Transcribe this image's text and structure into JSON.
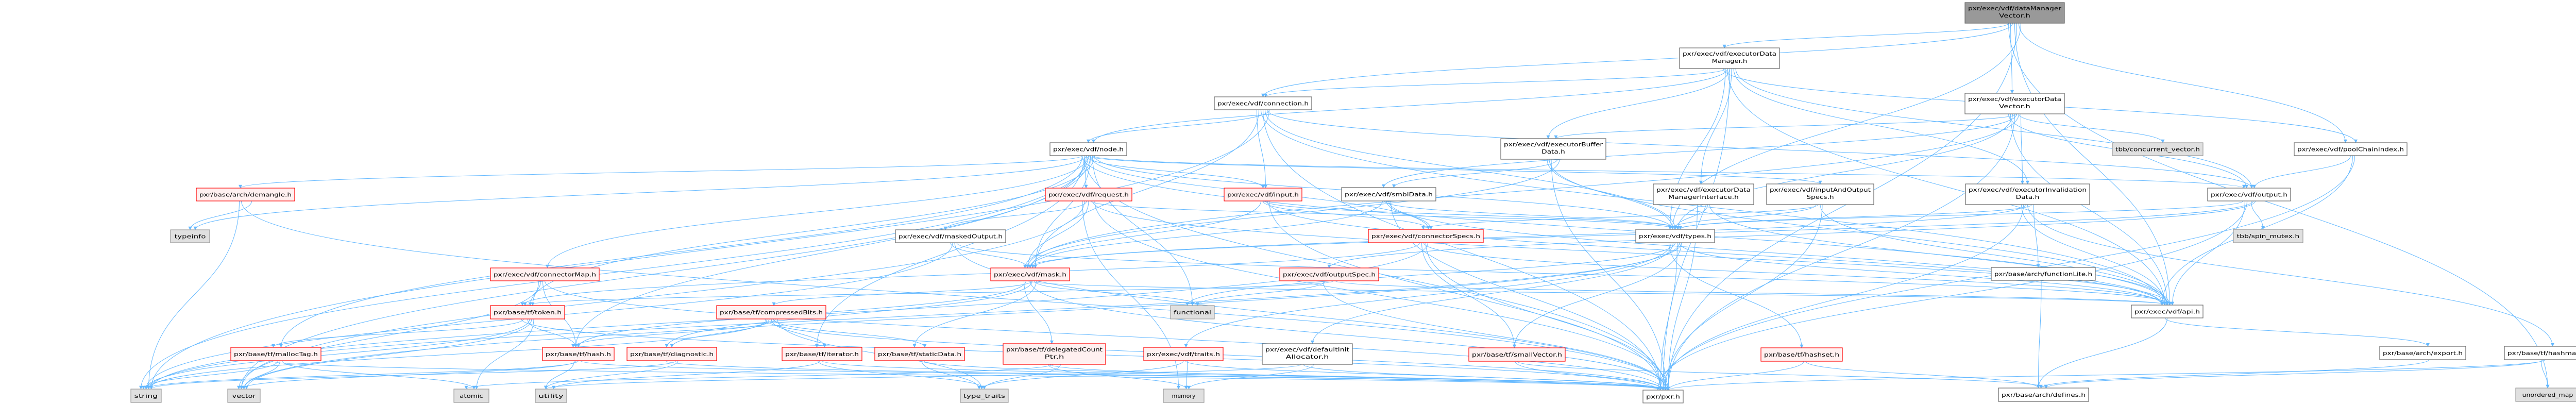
{
  "title": "pxr/exec/vdf/dataManagerVector.h",
  "colors": {
    "edge": "#63b8ff",
    "root_fill": "#999999",
    "root_stroke": "#666666",
    "normal_fill": "#ffffff",
    "normal_stroke": "#666666",
    "truncated_fill": "#fff0f0",
    "truncated_stroke": "#ff0000",
    "system_fill": "#e0e0e0",
    "system_stroke": "#999999"
  },
  "nodes": [
    {
      "lines": [
        "pxr/exec/vdf/dataManager",
        "Vector.h"
      ],
      "kind": "root"
    },
    {
      "lines": [
        "pxr/exec/vdf/executorData",
        "Manager.h"
      ],
      "kind": "normal"
    },
    {
      "lines": [
        "pxr/exec/vdf/executorData",
        "Vector.h"
      ],
      "kind": "normal"
    },
    {
      "lines": [
        "pxr/exec/vdf/connection.h"
      ],
      "kind": "normal"
    },
    {
      "lines": [
        "pxr/exec/vdf/node.h"
      ],
      "kind": "normal"
    },
    {
      "lines": [
        "pxr/exec/vdf/executorBuffer",
        "Data.h"
      ],
      "kind": "normal"
    },
    {
      "lines": [
        "tbb/concurrent_vector.h"
      ],
      "kind": "system"
    },
    {
      "lines": [
        "pxr/exec/vdf/poolChainIndex.h"
      ],
      "kind": "normal"
    },
    {
      "lines": [
        "pxr/base/arch/demangle.h"
      ],
      "kind": "truncated"
    },
    {
      "lines": [
        "pxr/exec/vdf/request.h"
      ],
      "kind": "truncated"
    },
    {
      "lines": [
        "pxr/exec/vdf/input.h"
      ],
      "kind": "truncated"
    },
    {
      "lines": [
        "pxr/exec/vdf/smblData.h"
      ],
      "kind": "normal"
    },
    {
      "lines": [
        "pxr/exec/vdf/executorData",
        "ManagerInterface.h"
      ],
      "kind": "normal"
    },
    {
      "lines": [
        "pxr/exec/vdf/inputAndOutput",
        "Specs.h"
      ],
      "kind": "normal"
    },
    {
      "lines": [
        "pxr/exec/vdf/executorInvalidation",
        "Data.h"
      ],
      "kind": "normal"
    },
    {
      "lines": [
        "pxr/exec/vdf/output.h"
      ],
      "kind": "normal"
    },
    {
      "lines": [
        "typeinfo"
      ],
      "kind": "system"
    },
    {
      "lines": [
        "pxr/exec/vdf/maskedOutput.h"
      ],
      "kind": "normal"
    },
    {
      "lines": [
        "pxr/exec/vdf/connectorSpecs.h"
      ],
      "kind": "truncated"
    },
    {
      "lines": [
        "pxr/exec/vdf/types.h"
      ],
      "kind": "normal"
    },
    {
      "lines": [
        "tbb/spin_mutex.h"
      ],
      "kind": "system"
    },
    {
      "lines": [
        "pxr/exec/vdf/connectorMap.h"
      ],
      "kind": "truncated"
    },
    {
      "lines": [
        "pxr/exec/vdf/mask.h"
      ],
      "kind": "truncated"
    },
    {
      "lines": [
        "pxr/exec/vdf/outputSpec.h"
      ],
      "kind": "truncated"
    },
    {
      "lines": [
        "pxr/base/arch/functionLite.h"
      ],
      "kind": "normal"
    },
    {
      "lines": [
        "pxr/base/tf/token.h"
      ],
      "kind": "truncated"
    },
    {
      "lines": [
        "pxr/base/tf/compressedBits.h"
      ],
      "kind": "truncated"
    },
    {
      "lines": [
        "functional"
      ],
      "kind": "system"
    },
    {
      "lines": [
        "pxr/exec/vdf/api.h"
      ],
      "kind": "normal"
    },
    {
      "lines": [
        "pxr/base/tf/mallocTag.h"
      ],
      "kind": "truncated"
    },
    {
      "lines": [
        "pxr/base/tf/hash.h"
      ],
      "kind": "truncated"
    },
    {
      "lines": [
        "pxr/base/tf/diagnostic.h"
      ],
      "kind": "truncated"
    },
    {
      "lines": [
        "pxr/base/tf/iterator.h"
      ],
      "kind": "truncated"
    },
    {
      "lines": [
        "pxr/base/tf/staticData.h"
      ],
      "kind": "truncated"
    },
    {
      "lines": [
        "pxr/base/tf/delegatedCount",
        "Ptr.h"
      ],
      "kind": "truncated"
    },
    {
      "lines": [
        "pxr/exec/vdf/traits.h"
      ],
      "kind": "truncated"
    },
    {
      "lines": [
        "pxr/exec/vdf/defaultInit",
        "Allocator.h"
      ],
      "kind": "normal"
    },
    {
      "lines": [
        "pxr/base/tf/smallVector.h"
      ],
      "kind": "truncated"
    },
    {
      "lines": [
        "pxr/base/tf/hashset.h"
      ],
      "kind": "truncated"
    },
    {
      "lines": [
        "pxr/base/arch/export.h"
      ],
      "kind": "normal"
    },
    {
      "lines": [
        "pxr/base/tf/hashmap.h"
      ],
      "kind": "normal"
    },
    {
      "lines": [
        "string"
      ],
      "kind": "system"
    },
    {
      "lines": [
        "vector"
      ],
      "kind": "system"
    },
    {
      "lines": [
        "atomic"
      ],
      "kind": "system"
    },
    {
      "lines": [
        "utility"
      ],
      "kind": "system"
    },
    {
      "lines": [
        "type_traits"
      ],
      "kind": "system"
    },
    {
      "lines": [
        "memory"
      ],
      "kind": "system"
    },
    {
      "lines": [
        "pxr/pxr.h"
      ],
      "kind": "normal"
    },
    {
      "lines": [
        "pxr/base/arch/defines.h"
      ],
      "kind": "normal"
    },
    {
      "lines": [
        "unordered_map"
      ],
      "kind": "system"
    }
  ],
  "edges": [
    [
      0,
      1
    ],
    [
      0,
      2
    ],
    [
      0,
      3
    ],
    [
      0,
      28
    ],
    [
      0,
      47
    ],
    [
      0,
      7
    ],
    [
      0,
      19
    ],
    [
      0,
      49
    ],
    [
      1,
      3
    ],
    [
      1,
      4
    ],
    [
      1,
      5
    ],
    [
      1,
      12
    ],
    [
      1,
      14
    ],
    [
      1,
      15
    ],
    [
      1,
      7
    ],
    [
      1,
      19
    ],
    [
      1,
      28
    ],
    [
      1,
      47
    ],
    [
      2,
      5
    ],
    [
      2,
      6
    ],
    [
      2,
      14
    ],
    [
      2,
      15
    ],
    [
      2,
      28
    ],
    [
      2,
      19
    ],
    [
      2,
      47
    ],
    [
      2,
      11
    ],
    [
      2,
      22
    ],
    [
      3,
      4
    ],
    [
      3,
      10
    ],
    [
      3,
      22
    ],
    [
      3,
      28
    ],
    [
      3,
      47
    ],
    [
      3,
      19
    ],
    [
      3,
      15
    ],
    [
      3,
      41
    ],
    [
      4,
      8
    ],
    [
      4,
      9
    ],
    [
      4,
      10
    ],
    [
      4,
      21
    ],
    [
      4,
      22
    ],
    [
      4,
      15
    ],
    [
      4,
      19
    ],
    [
      4,
      28
    ],
    [
      4,
      47
    ],
    [
      4,
      16
    ],
    [
      4,
      41
    ],
    [
      4,
      42
    ],
    [
      4,
      27
    ],
    [
      4,
      25
    ],
    [
      4,
      29
    ],
    [
      4,
      32
    ],
    [
      4,
      30
    ],
    [
      4,
      13
    ],
    [
      4,
      18
    ],
    [
      5,
      11
    ],
    [
      5,
      22
    ],
    [
      5,
      19
    ],
    [
      5,
      28
    ],
    [
      5,
      47
    ],
    [
      7,
      15
    ],
    [
      7,
      28
    ],
    [
      7,
      47
    ],
    [
      8,
      16
    ],
    [
      8,
      41
    ],
    [
      8,
      47
    ],
    [
      9,
      17
    ],
    [
      9,
      22
    ],
    [
      9,
      19
    ],
    [
      9,
      28
    ],
    [
      9,
      47
    ],
    [
      9,
      46
    ],
    [
      9,
      42
    ],
    [
      10,
      22
    ],
    [
      10,
      18
    ],
    [
      10,
      19
    ],
    [
      10,
      28
    ],
    [
      10,
      47
    ],
    [
      11,
      22
    ],
    [
      11,
      19
    ],
    [
      11,
      18
    ],
    [
      11,
      28
    ],
    [
      11,
      47
    ],
    [
      12,
      19
    ],
    [
      12,
      28
    ],
    [
      12,
      47
    ],
    [
      13,
      19
    ],
    [
      13,
      18
    ],
    [
      13,
      28
    ],
    [
      13,
      47
    ],
    [
      14,
      19
    ],
    [
      14,
      24
    ],
    [
      14,
      28
    ],
    [
      14,
      47
    ],
    [
      14,
      22
    ],
    [
      14,
      40
    ],
    [
      15,
      20
    ],
    [
      15,
      22
    ],
    [
      15,
      23
    ],
    [
      15,
      19
    ],
    [
      15,
      28
    ],
    [
      15,
      47
    ],
    [
      17,
      22
    ],
    [
      17,
      41
    ],
    [
      17,
      47
    ],
    [
      17,
      28
    ],
    [
      18,
      25
    ],
    [
      18,
      37
    ],
    [
      18,
      28
    ],
    [
      18,
      47
    ],
    [
      18,
      41
    ],
    [
      19,
      28
    ],
    [
      19,
      37
    ],
    [
      19,
      38
    ],
    [
      19,
      35
    ],
    [
      19,
      36
    ],
    [
      19,
      27
    ],
    [
      19,
      47
    ],
    [
      19,
      42
    ],
    [
      19,
      41
    ],
    [
      21,
      25
    ],
    [
      21,
      42
    ],
    [
      21,
      30
    ],
    [
      21,
      47
    ],
    [
      22,
      26
    ],
    [
      22,
      27
    ],
    [
      22,
      33
    ],
    [
      22,
      34
    ],
    [
      22,
      30
    ],
    [
      22,
      28
    ],
    [
      22,
      47
    ],
    [
      22,
      31
    ],
    [
      23,
      25
    ],
    [
      23,
      28
    ],
    [
      23,
      47
    ],
    [
      23,
      27
    ],
    [
      24,
      48
    ],
    [
      25,
      30
    ],
    [
      25,
      41
    ],
    [
      25,
      42
    ],
    [
      25,
      43
    ],
    [
      25,
      47
    ],
    [
      25,
      29
    ],
    [
      26,
      31
    ],
    [
      26,
      32
    ],
    [
      26,
      33
    ],
    [
      26,
      30
    ],
    [
      26,
      45
    ],
    [
      26,
      47
    ],
    [
      26,
      41
    ],
    [
      28,
      39
    ],
    [
      28,
      48
    ],
    [
      29,
      41
    ],
    [
      29,
      42
    ],
    [
      29,
      43
    ],
    [
      29,
      47
    ],
    [
      30,
      44
    ],
    [
      30,
      42
    ],
    [
      30,
      41
    ],
    [
      30,
      47
    ],
    [
      31,
      41
    ],
    [
      31,
      44
    ],
    [
      31,
      47
    ],
    [
      32,
      45
    ],
    [
      32,
      44
    ],
    [
      32,
      47
    ],
    [
      33,
      45
    ],
    [
      33,
      47
    ],
    [
      34,
      45
    ],
    [
      34,
      46
    ],
    [
      34,
      47
    ],
    [
      34,
      43
    ],
    [
      35,
      45
    ],
    [
      35,
      47
    ],
    [
      35,
      46
    ],
    [
      36,
      46
    ],
    [
      36,
      44
    ],
    [
      36,
      47
    ],
    [
      37,
      47
    ],
    [
      37,
      48
    ],
    [
      38,
      47
    ],
    [
      38,
      48
    ],
    [
      39,
      48
    ],
    [
      40,
      49
    ],
    [
      40,
      48
    ],
    [
      40,
      47
    ]
  ]
}
